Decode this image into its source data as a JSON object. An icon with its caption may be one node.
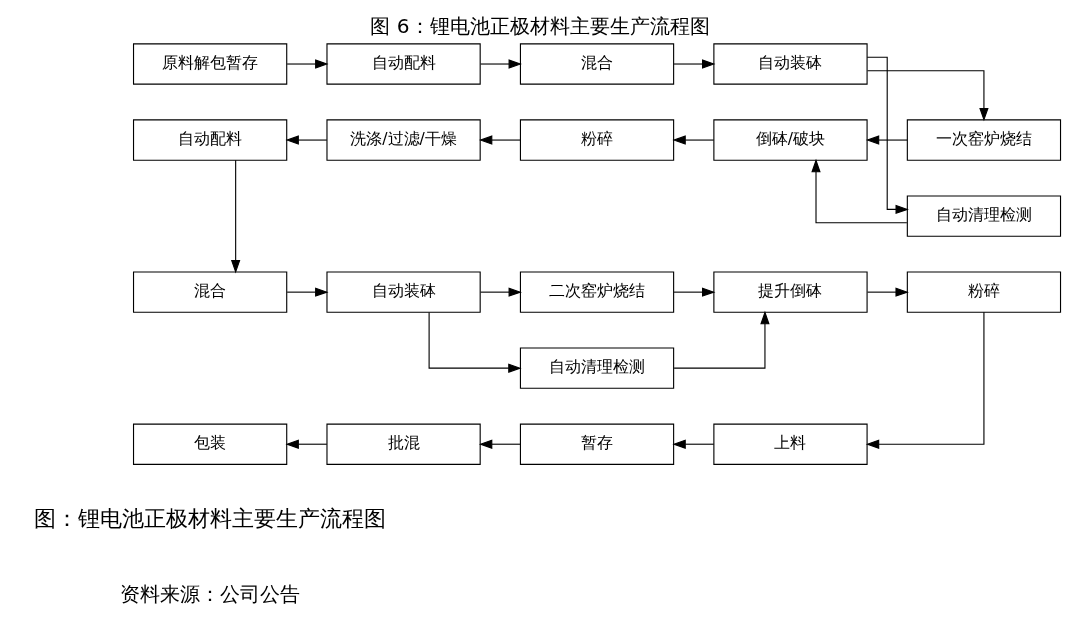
{
  "diagram": {
    "title": "图 6：锂电池正极材料主要生产流程图",
    "caption": "资料来源：公司公告",
    "nodes": [
      {
        "text": [
          "原料解包暂存"
        ]
      },
      {
        "text": [
          "自动配料"
        ]
      },
      {
        "text": [
          "混合"
        ]
      },
      {
        "text": [
          "自动装砵"
        ]
      },
      {
        "text": [
          "一次窑炉烧结"
        ]
      },
      {
        "text": [
          "自动清理检测"
        ]
      },
      {
        "text": [
          "倒砵/破块"
        ]
      },
      {
        "text": [
          "粉碎"
        ]
      },
      {
        "text": [
          "洗涤/过滤/干燥"
        ]
      },
      {
        "text": [
          "自动配料"
        ]
      },
      {
        "text": [
          "混合"
        ]
      },
      {
        "text": [
          "自动装砵"
        ]
      },
      {
        "text": [
          "二次窑炉烧结"
        ]
      },
      {
        "text": [
          "自动清理检测"
        ]
      },
      {
        "text": [
          "提升倒砵"
        ]
      },
      {
        "text": [
          "粉碎"
        ]
      },
      {
        "text": [
          "上料"
        ]
      },
      {
        "text": [
          "暂存"
        ]
      },
      {
        "text": [
          "批混"
        ]
      },
      {
        "text": [
          "包装"
        ]
      }
    ],
    "edges": [
      {
        "from": 0,
        "to": 1,
        "arrow": "to"
      },
      {
        "from": 1,
        "to": 2,
        "arrow": "to"
      },
      {
        "from": 2,
        "to": 3,
        "arrow": "to"
      },
      {
        "from": 3,
        "to": 4,
        "arrow": "to"
      },
      {
        "from": 3,
        "to": 5,
        "arrow": "to"
      },
      {
        "from": 4,
        "to": 6,
        "arrow": "to"
      },
      {
        "from": 5,
        "to": 6,
        "arrow": "to"
      },
      {
        "from": 6,
        "to": 7,
        "arrow": "to"
      },
      {
        "from": 7,
        "to": 8,
        "arrow": "to"
      },
      {
        "from": 8,
        "to": 9,
        "arrow": "to"
      },
      {
        "from": 9,
        "to": 10,
        "arrow": "to"
      },
      {
        "from": 10,
        "to": 11,
        "arrow": "to"
      },
      {
        "from": 11,
        "to": 12,
        "arrow": "to"
      },
      {
        "from": 11,
        "to": 13,
        "arrow": "to"
      },
      {
        "from": 12,
        "to": 14,
        "arrow": "to"
      },
      {
        "from": 13,
        "to": 14,
        "arrow": "to"
      },
      {
        "from": 14,
        "to": 15,
        "arrow": "to"
      },
      {
        "from": 15,
        "to": 16,
        "arrow": "to"
      },
      {
        "from": 16,
        "to": 17,
        "arrow": "to"
      },
      {
        "from": 17,
        "to": 18,
        "arrow": "to"
      },
      {
        "from": 18,
        "to": 19,
        "arrow": "to"
      }
    ],
    "labels": [
      "图：锂电池正极材料主要生产流程图"
    ]
  }
}
